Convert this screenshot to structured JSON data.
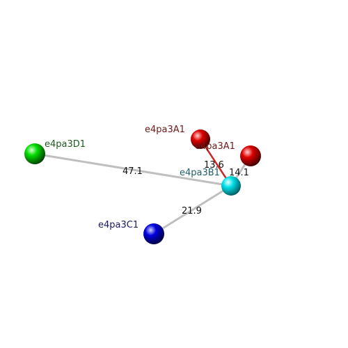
{
  "nodes": [
    {
      "id": "d1",
      "label": "e4pa3D1",
      "color": "#00dd00",
      "label_color": "#1f5a1f"
    },
    {
      "id": "a1",
      "label": "e4pa3A1",
      "color": "#dd0000",
      "label_color": "#6b1a1a"
    },
    {
      "id": "a1b",
      "label": "e4pa3A1",
      "color": "#dd0000",
      "label_color": "#6b1a1a"
    },
    {
      "id": "b1",
      "label": "e4pa3B1",
      "color": "#00e0e8",
      "label_color": "#1f5f66"
    },
    {
      "id": "c1",
      "label": "e4pa3C1",
      "color": "#0000dd",
      "label_color": "#1a1a5e"
    }
  ],
  "edges": [
    {
      "id": "d1-b1",
      "value": "47.1",
      "color": "#bfbfbf"
    },
    {
      "id": "a1-b1",
      "value": "13.6",
      "color": "#cc2222"
    },
    {
      "id": "a1b-b1",
      "value": "14.1",
      "color": "#bfbfbf"
    },
    {
      "id": "c1-b1",
      "value": "21.9",
      "color": "#bfbfbf"
    }
  ]
}
